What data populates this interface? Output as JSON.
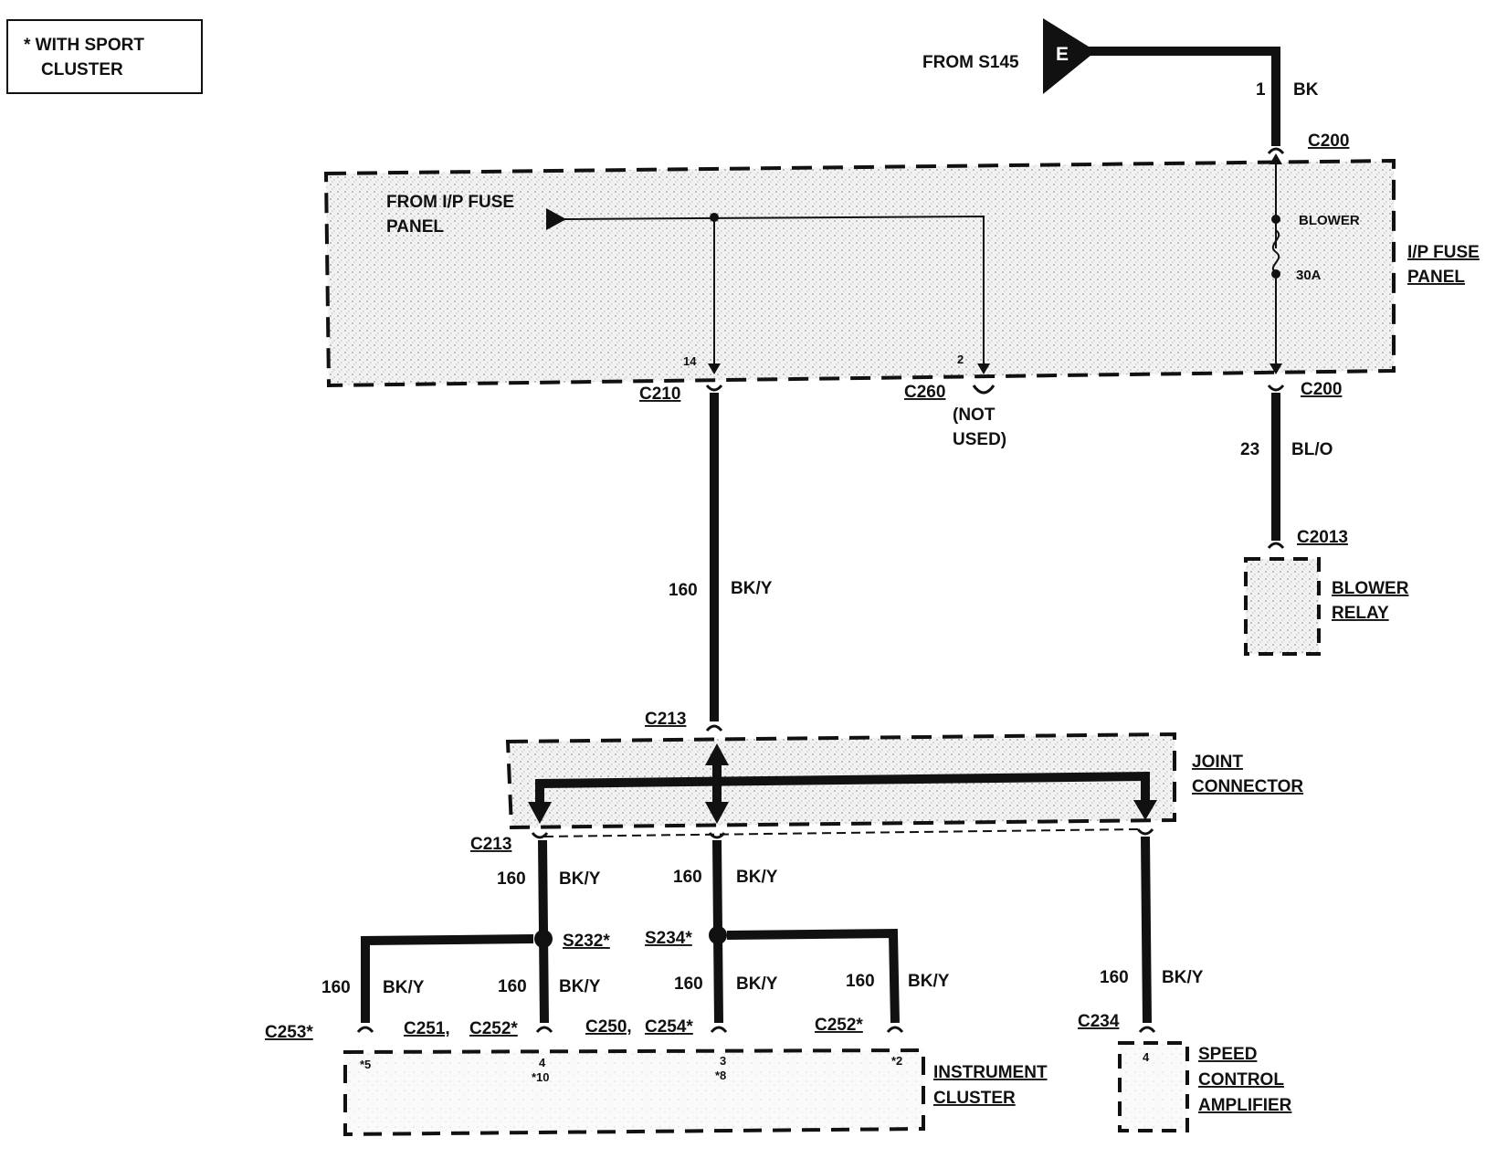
{
  "note": {
    "line1": "* WITH SPORT",
    "line2": "CLUSTER"
  },
  "source": {
    "from": "FROM S145",
    "ground_letter": "E"
  },
  "top_wire": {
    "circuit": "1",
    "color": "BK"
  },
  "connectors": {
    "c200_top": "C200",
    "c200_bottom": "C200",
    "c210": "C210",
    "c260": "C260",
    "c2013": "C2013",
    "c213_top": "C213",
    "c213_bottom": "C213",
    "c253": "C253*",
    "c251": "C251,",
    "c252a": "C252*",
    "c250": "C250,",
    "c254": "C254*",
    "c252b": "C252*",
    "c234": "C234"
  },
  "fuse_panel": {
    "from_line1": "FROM I/P FUSE",
    "from_line2": "PANEL",
    "label_line1": "I/P FUSE",
    "label_line2": "PANEL",
    "fuse_name": "BLOWER",
    "fuse_rating": "30A",
    "pin_14": "14",
    "pin_2": "2"
  },
  "not_used": {
    "line1": "(NOT",
    "line2": "USED)"
  },
  "wires": {
    "main": {
      "circuit": "160",
      "color": "BK/Y"
    },
    "blower": {
      "circuit": "23",
      "color": "BL/O"
    },
    "left_branch": {
      "circuit": "160",
      "color": "BK/Y"
    },
    "center_branch": {
      "circuit": "160",
      "color": "BK/Y"
    },
    "s232_left": {
      "circuit": "160",
      "color": "BK/Y"
    },
    "s232_down": {
      "circuit": "160",
      "color": "BK/Y"
    },
    "s234_down": {
      "circuit": "160",
      "color": "BK/Y"
    },
    "s234_right": {
      "circuit": "160",
      "color": "BK/Y"
    },
    "speed": {
      "circuit": "160",
      "color": "BK/Y"
    }
  },
  "splices": {
    "s232": "S232*",
    "s234": "S234*"
  },
  "components": {
    "blower_relay_1": "BLOWER",
    "blower_relay_2": "RELAY",
    "joint_1": "JOINT",
    "joint_2": "CONNECTOR",
    "cluster_1": "INSTRUMENT",
    "cluster_2": "CLUSTER",
    "speed_1": "SPEED",
    "speed_2": "CONTROL",
    "speed_3": "AMPLIFIER"
  },
  "pins": {
    "p5": "*5",
    "p4": "4",
    "p10": "*10",
    "p3": "3",
    "p8": "*8",
    "p2": "*2",
    "p_speed": "4"
  }
}
